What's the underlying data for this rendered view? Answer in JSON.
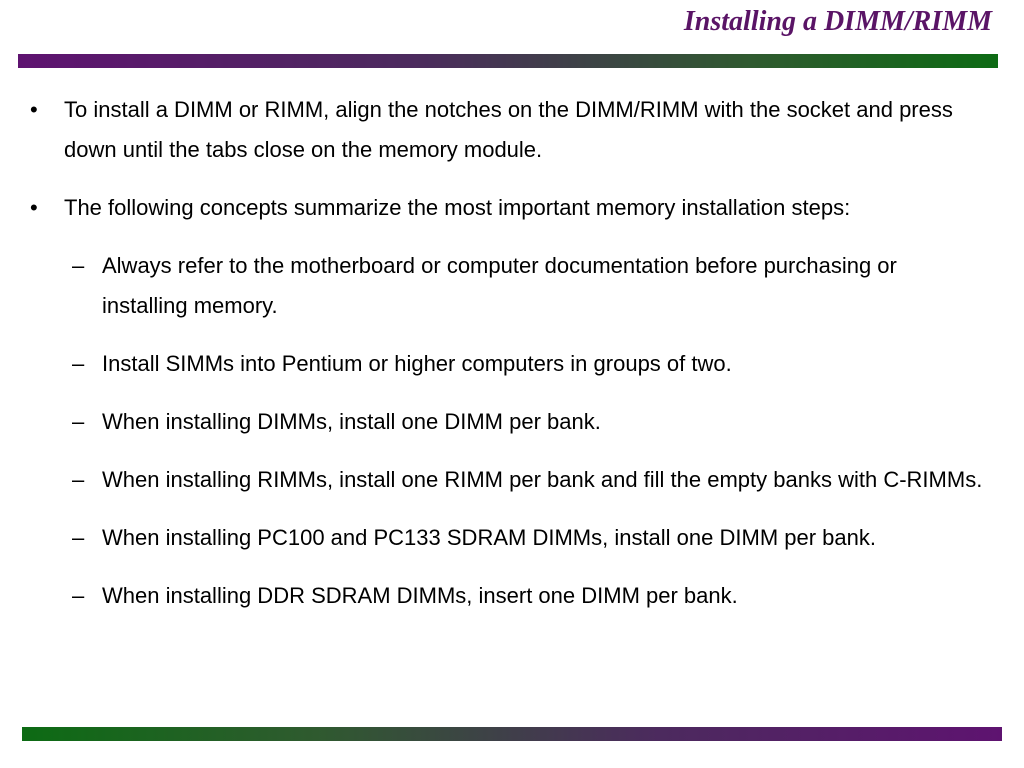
{
  "slide": {
    "title": "Installing a DIMM/RIMM"
  },
  "colors": {
    "title": "#5a1466",
    "bar_purple": "#5e1370",
    "bar_green": "#0d6b14"
  },
  "bullets": [
    {
      "marker": "•",
      "text": "To install a DIMM or RIMM, align the notches on the DIMM/RIMM with the socket and press down until the tabs close on the memory module."
    },
    {
      "marker": "•",
      "text": "The following concepts summarize the most important memory installation steps:"
    }
  ],
  "sub_bullets": [
    {
      "marker": "–",
      "text": "Always refer to the motherboard or computer documentation before purchasing or installing memory."
    },
    {
      "marker": "–",
      "text": "Install SIMMs into Pentium or higher computers in groups of two."
    },
    {
      "marker": "–",
      "text": "When installing DIMMs, install one DIMM per bank."
    },
    {
      "marker": "–",
      "text": "When installing RIMMs, install one RIMM per bank and fill the empty banks with C-RIMMs."
    },
    {
      "marker": "–",
      "text": "When installing PC100 and PC133 SDRAM DIMMs, install one DIMM per bank."
    },
    {
      "marker": "–",
      "text": "When installing DDR SDRAM DIMMs, insert one DIMM per bank."
    }
  ]
}
